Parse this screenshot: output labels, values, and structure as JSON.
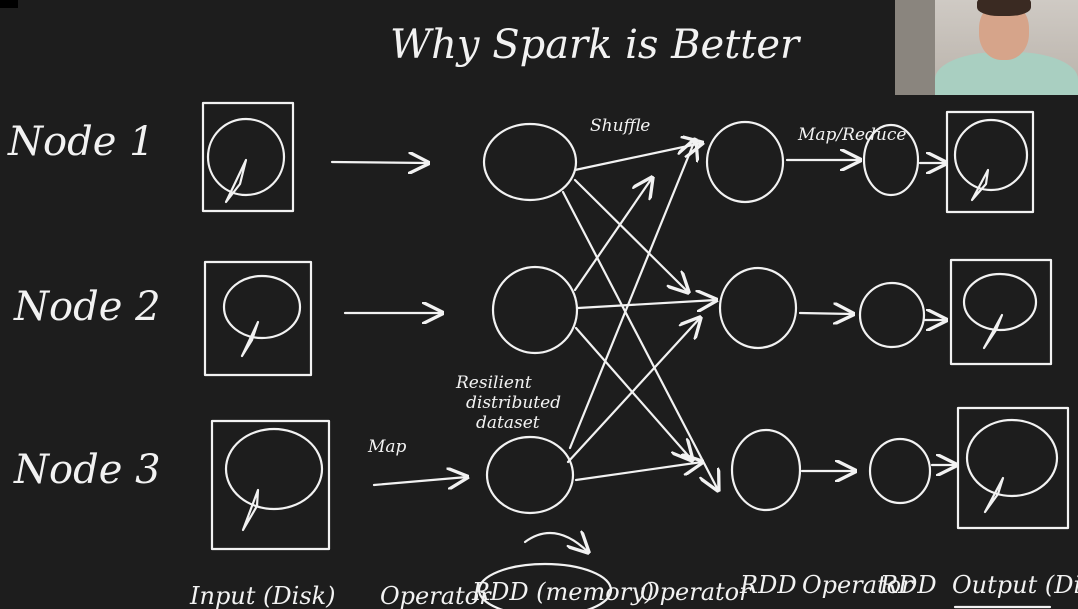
{
  "title": "Why Spark is Better",
  "rows": [
    {
      "label": "Node 1"
    },
    {
      "label": "Node 2"
    },
    {
      "label": "Node 3"
    }
  ],
  "annotations": {
    "shuffle": "Shuffle",
    "map_reduce": "Map/Reduce",
    "map": "Map",
    "rdd_note_line1": "Resilient",
    "rdd_note_line2": "distributed",
    "rdd_note_line3": "dataset"
  },
  "bottom_labels": {
    "input": "Input (Disk)",
    "operator1": "Operator",
    "rdd_memory": "RDD (memory)",
    "operator2": "Operator",
    "rdd2": "RDD",
    "operator3": "Operator",
    "rdd3": "RDD",
    "output": "Output (Disk)"
  },
  "colors": {
    "background": "#1d1d1d",
    "ink": "#f2f2f2"
  },
  "icons": [
    "disk-icon",
    "arrow-icon",
    "webcam-video"
  ]
}
